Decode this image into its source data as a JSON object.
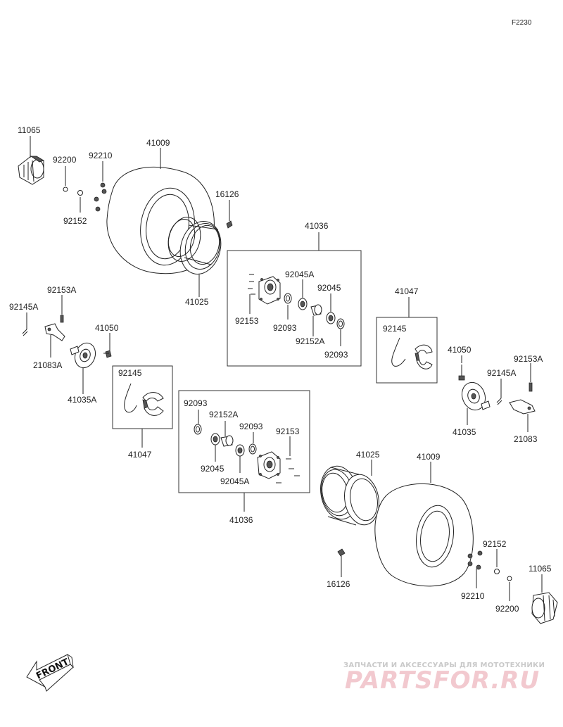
{
  "diagram": {
    "code": "F2230",
    "front_label": "FRONT",
    "watermark": {
      "line1": "ЗАПЧАСТИ И АКСЕССУАРЫ ДЛЯ МОТОТЕХНИКИ",
      "line2": "PARTSFOR.RU"
    },
    "labels": {
      "l11065_a": "11065",
      "l41009_a": "41009",
      "l92200_a": "92200",
      "l92210_a": "92210",
      "l92152_a": "92152",
      "l16126_a": "16126",
      "l41025_a": "41025",
      "l41036_a": "41036",
      "l92045A_a": "92045A",
      "l92045_a": "92045",
      "l92153_a": "92153",
      "l92093_a": "92093",
      "l92152A_a": "92152A",
      "l92093_b": "92093",
      "l41047_a": "41047",
      "l92145_a": "92145",
      "l92153A_a": "92153A",
      "l92145A_a": "92145A",
      "l41050_a": "41050",
      "l21083A": "21083A",
      "l41035A": "41035A",
      "l92145_b": "92145",
      "l41047_b": "41047",
      "l92093_c": "92093",
      "l92152A_b": "92152A",
      "l92093_d": "92093",
      "l92153_b": "92153",
      "l92045_b": "92045",
      "l92045A_b": "92045A",
      "l41036_b": "41036",
      "l41025_b": "41025",
      "l41009_b": "41009",
      "l16126_b": "16126",
      "l41050_b": "41050",
      "l92145A_b": "92145A",
      "l92153A_b": "92153A",
      "l41035": "41035",
      "l21083": "21083",
      "l92152_b": "92152",
      "l92210_b": "92210",
      "l92200_b": "92200",
      "l11065_b": "11065"
    }
  }
}
